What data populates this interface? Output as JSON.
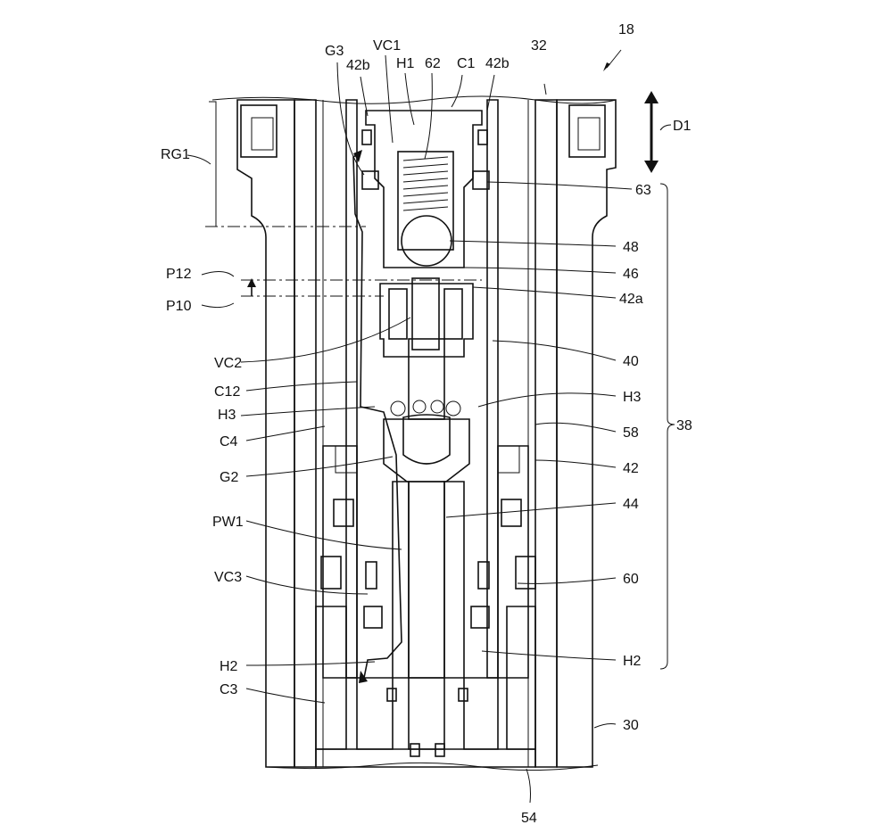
{
  "figure_number": "18",
  "labels": {
    "G3": "G3",
    "VC1": "VC1",
    "H1_top": "H1",
    "n62": "62",
    "C1": "C1",
    "n42b_left": "42b",
    "n42b_right": "42b",
    "n32": "32",
    "D1": "D1",
    "RG1": "RG1",
    "n63": "63",
    "n48": "48",
    "n46": "46",
    "n42a": "42a",
    "P12": "P12",
    "P10": "P10",
    "VC2": "VC2",
    "n40": "40",
    "C12": "C12",
    "H3_left": "H3",
    "H3_right": "H3",
    "C4": "C4",
    "n58": "58",
    "n38": "38",
    "n42": "42",
    "G2": "G2",
    "n44": "44",
    "PW1": "PW1",
    "VC3": "VC3",
    "n60": "60",
    "H2_left": "H2",
    "H2_right": "H2",
    "C3": "C3",
    "n30": "30",
    "n54": "54"
  },
  "colors": {
    "line": "#111111",
    "background": "#ffffff"
  }
}
